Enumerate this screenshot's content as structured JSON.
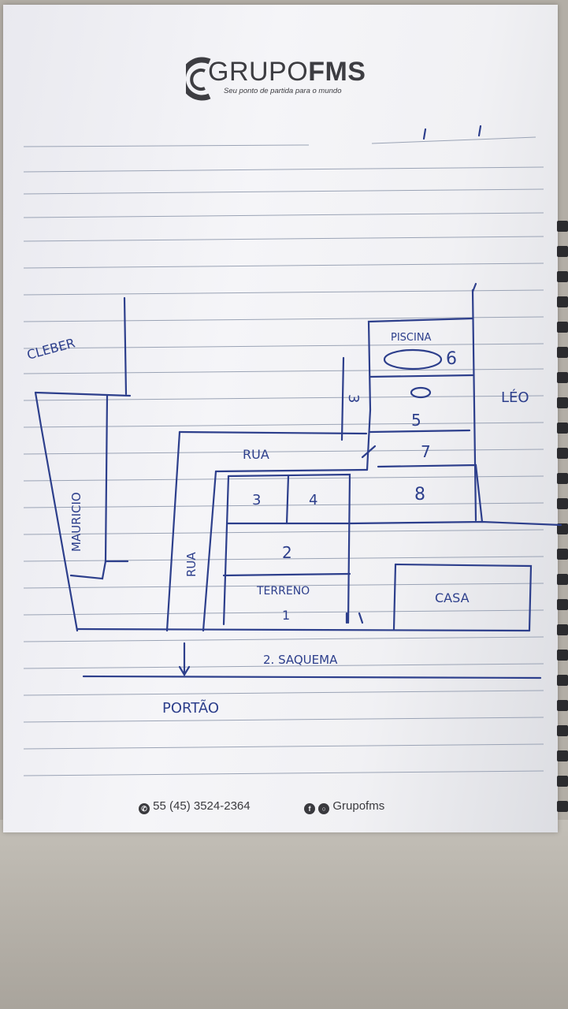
{
  "header": {
    "brand_light": "GRUPO",
    "brand_bold": "FMS",
    "tagline": "Seu ponto de partida para o mundo",
    "date_marks": "/      /"
  },
  "sketch": {
    "labels": {
      "cleber": "CLEBER",
      "mauricio": "MAURICIO",
      "piscina": "PISCINA",
      "n6": "6",
      "leo": "LÉO",
      "n3b": "3",
      "n5": "5",
      "rua_top": "RUA",
      "n7": "7",
      "n8": "8",
      "n3": "3",
      "n4": "4",
      "n2": "2",
      "rua_side": "RUA",
      "terreno": "TERRENO",
      "n1": "1",
      "casa": "CASA",
      "saquema": "2. SAQUEMA",
      "portao": "PORTÃO"
    },
    "ink_color": "#2d3f8c"
  },
  "footer": {
    "phone": "55 (45) 3524-2364",
    "social": "Grupofms"
  }
}
